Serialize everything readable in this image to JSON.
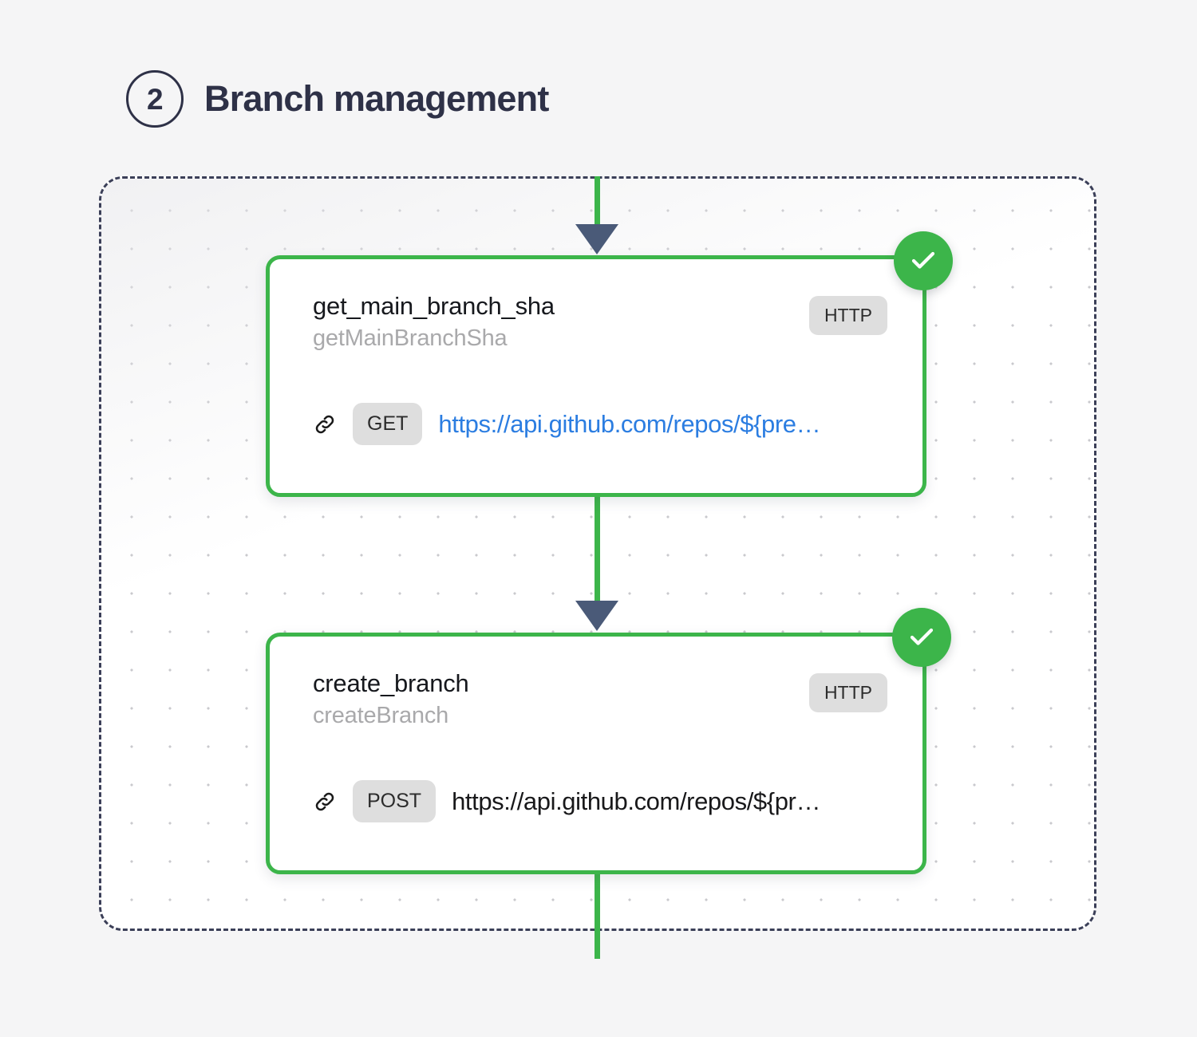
{
  "page": {
    "background_color": "#f5f5f6",
    "accent_color": "#3cb54a",
    "dark_color": "#2e3147",
    "link_color": "#2b7de1",
    "arrow_color": "#4a5a78"
  },
  "header": {
    "step_number": "2",
    "title": "Branch management"
  },
  "canvas": {
    "name": "workflow-canvas",
    "border_style": "dashed",
    "dot_grid": true
  },
  "connectors": [
    {
      "name": "connector-top-into-node-1",
      "has_arrow": true
    },
    {
      "name": "connector-node-1-to-node-2",
      "has_arrow": true
    },
    {
      "name": "connector-node-2-out-bottom",
      "has_arrow": false
    }
  ],
  "nodes": [
    {
      "id": "get-main-branch-sha",
      "title": "get_main_branch_sha",
      "subtitle": "getMainBranchSha",
      "type_badge": "HTTP",
      "method": "GET",
      "url": "https://api.github.com/repos/${pre…",
      "url_color": "blue",
      "status": "success",
      "status_icon": "check-icon",
      "link_icon": "link-icon"
    },
    {
      "id": "create-branch",
      "title": "create_branch",
      "subtitle": "createBranch",
      "type_badge": "HTTP",
      "method": "POST",
      "url": "https://api.github.com/repos/${pr…",
      "url_color": "dark",
      "status": "success",
      "status_icon": "check-icon",
      "link_icon": "link-icon"
    }
  ]
}
